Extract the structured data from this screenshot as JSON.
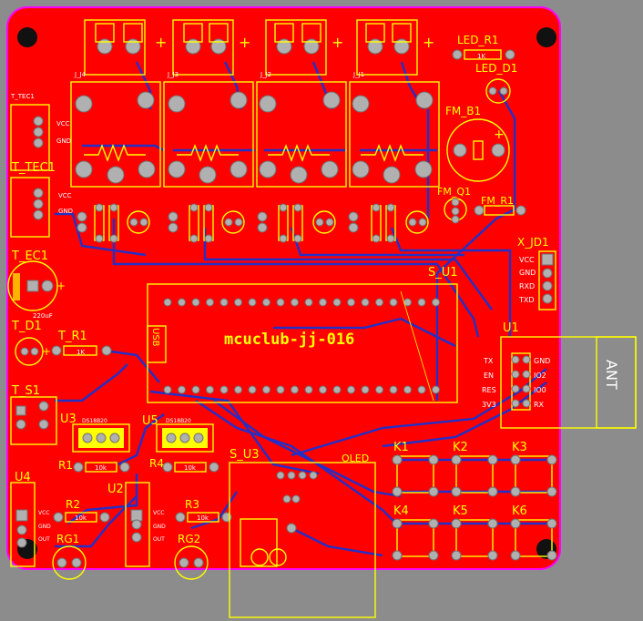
{
  "board": {
    "outline_color": "#ff00ff",
    "copper_color": "#ff0000",
    "silk_color": "#ffff00",
    "trace_color": "#2230c8",
    "background": "#8c8c8c"
  },
  "labels": {
    "led_r1": "LED_R1",
    "led_d1": "LED_D1",
    "fm_b1": "FM_B1",
    "fm_q1": "FM_Q1",
    "fm_r1": "FM_R1",
    "t_tec1_small": "T_TEC1",
    "t_tec1": "T_TEC1",
    "t_ec1": "T_EC1",
    "t_d1": "T_D1",
    "t_r1": "T_R1",
    "t_s1": "T_S1",
    "x_jd1": "X_JD1",
    "s_u1": "S_U1",
    "u1": "U1",
    "mcu_title": "mcuclub-jj-016",
    "usb": "USB",
    "ant": "ANT",
    "u3": "U3",
    "u5": "U5",
    "r1": "R1",
    "r4": "R4",
    "u4": "U4",
    "u2": "U2",
    "r2": "R2",
    "r3": "R3",
    "rg1": "RG1",
    "rg2": "RG2",
    "s_u3": "S_U3",
    "oled": "OLED",
    "ds18b20_a": "DS18B20",
    "ds18b20_b": "DS18B20",
    "cap_value": "220uF",
    "res_1k": "1K",
    "res_10k": "10k",
    "vcc": "VCC",
    "gnd": "GND",
    "out": "OUT",
    "plus": "+"
  },
  "relays": [
    "J_J4",
    "J_J3",
    "J_J2",
    "J_J1"
  ],
  "keys": [
    "K1",
    "K2",
    "K3",
    "K4",
    "K5",
    "K6"
  ],
  "xjd1_pins": [
    "VCC",
    "GND",
    "RXD",
    "TXD"
  ],
  "esp_pins_left": [
    "TX",
    "EN",
    "RES",
    "3V3"
  ],
  "esp_pins_right": [
    "GND",
    "IO2",
    "IO0",
    "RX"
  ],
  "icons": [
    "mounting-hole-icon",
    "pad-icon",
    "resistor-symbol-icon",
    "usb-icon",
    "antenna-icon"
  ]
}
